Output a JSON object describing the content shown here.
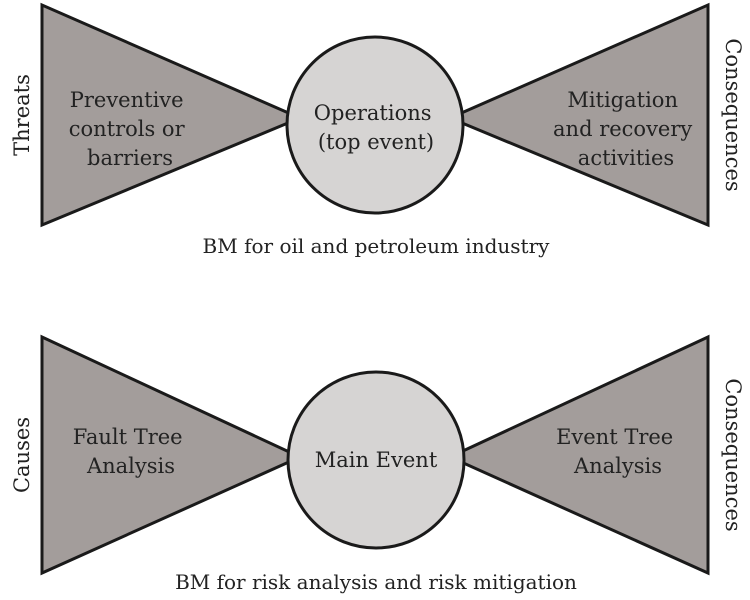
{
  "diagrams": [
    {
      "left_side_label": "Threats",
      "right_side_label": "Consequences",
      "left_box_lines": [
        "Preventive",
        "controls or",
        "barriers"
      ],
      "center_lines": [
        "Operations",
        "(top event)"
      ],
      "right_box_lines": [
        "Mitigation",
        "and recovery",
        "activities"
      ],
      "caption": "BM for oil and petroleum industry"
    },
    {
      "left_side_label": "Causes",
      "right_side_label": "Consequences",
      "left_box_lines": [
        "Fault Tree",
        "Analysis"
      ],
      "center_lines": [
        "Main Event"
      ],
      "right_box_lines": [
        "Event Tree",
        "Analysis"
      ],
      "caption": "BM for risk analysis and risk mitigation"
    }
  ],
  "colors": {
    "wing_fill": "#a39d9b",
    "hub_fill": "#d6d4d3",
    "outline": "#1a1a1a",
    "text": "#222222"
  }
}
